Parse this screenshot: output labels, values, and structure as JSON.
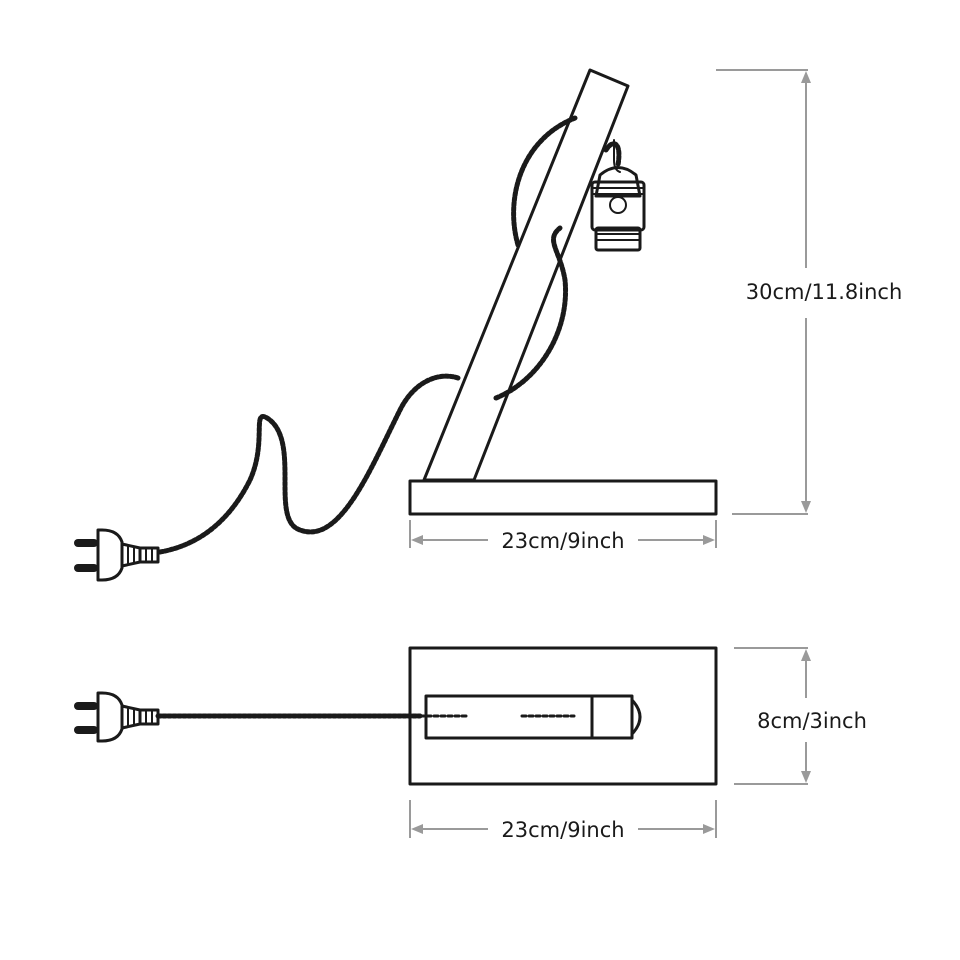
{
  "dimensions": {
    "side_height": "30cm/11.8inch",
    "side_width": "23cm/9inch",
    "top_depth": "8cm/3inch",
    "top_width": "23cm/9inch"
  },
  "colors": {
    "line": "#1a1a1a",
    "dimension_line": "#9a9a9a",
    "background": "#ffffff"
  }
}
